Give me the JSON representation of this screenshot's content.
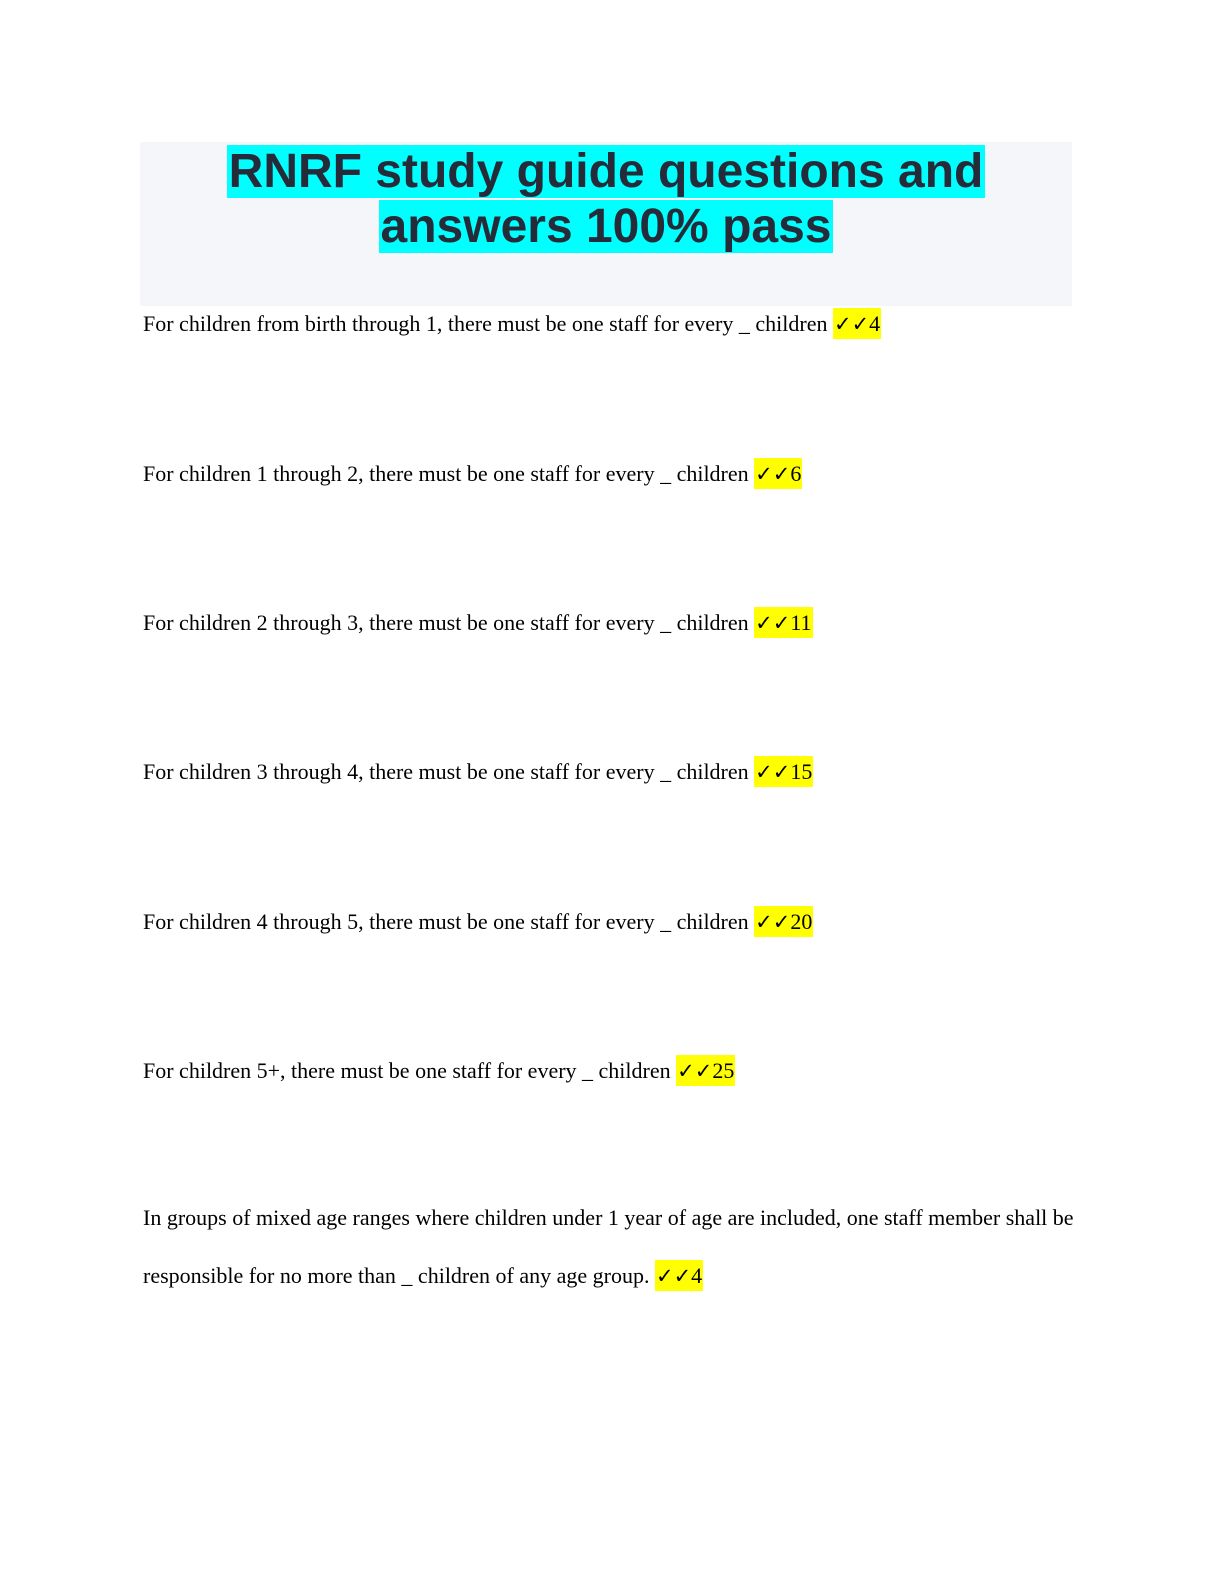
{
  "document": {
    "title": "RNRF study guide questions and answers 100% pass",
    "colors": {
      "title_highlight": "#00ffff",
      "answer_highlight": "#ffff00",
      "title_band": "#f5f6fa",
      "title_text": "#262b3a"
    },
    "items": [
      {
        "question": "For children from birth through 1, there must be one staff for every _ children ",
        "check": "✓✓",
        "answer": "4"
      },
      {
        "question": "For children 1 through 2, there must be one staff for every _ children ",
        "check": "✓✓",
        "answer": "6"
      },
      {
        "question": "For children 2 through 3, there must be one staff for every _ children ",
        "check": "✓✓",
        "answer": "11"
      },
      {
        "question": "For children 3 through 4, there must be one staff for every _ children ",
        "check": "✓✓",
        "answer": "15"
      },
      {
        "question": "For children 4 through 5, there must be one staff for every _ children ",
        "check": "✓✓",
        "answer": "20"
      },
      {
        "question": "For children 5+, there must be one staff for every _ children ",
        "check": "✓✓",
        "answer": "25"
      },
      {
        "question": "In groups of mixed age ranges where children under 1 year of age are included, one staff member shall be responsible for no more than _ children of any age group. ",
        "check": "✓✓",
        "answer": "4"
      }
    ]
  }
}
